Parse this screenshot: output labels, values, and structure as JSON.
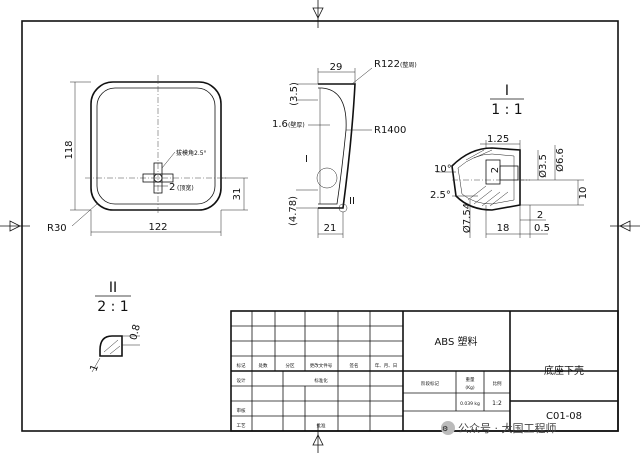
{
  "part": {
    "material": "ABS 塑料",
    "name": "底座下壳",
    "drawing_no": "C01-08",
    "mass": "0.039 kg",
    "scale": "1:2"
  },
  "front_view": {
    "width": "122",
    "height": "118",
    "corner_radius": "R30",
    "offset_31": "31",
    "draft_angle": "拔模角2.5°",
    "wall_thickness": "2",
    "wall_note": "(顶宽)"
  },
  "side_view": {
    "top_dim": "29",
    "r_top": "R122",
    "r_top_note": "(整周)",
    "h35": "(3.5)",
    "wall": "1.6",
    "wall_note": "(壁厚)",
    "r_large": "R1400",
    "bottom_h": "(4.78)",
    "bottom_w": "21",
    "label_I": "I",
    "label_II": "II"
  },
  "detail_I": {
    "label": "I",
    "scale": "1 : 1",
    "d125": "1.25",
    "d2": "2",
    "angle10": "10°",
    "angle25": "2.5°",
    "dia35": "Ø3.5",
    "dia66": "Ø6.6",
    "dia754": "Ø7.54",
    "d10": "10",
    "d18": "18",
    "d2b": "2",
    "d05": "0.5"
  },
  "detail_II": {
    "label": "II",
    "scale": "2 : 1",
    "d08": "0.8",
    "d1": "1"
  },
  "title_block": {
    "row_headers": [
      "标记",
      "处数",
      "分区",
      "更改文件号",
      "签名",
      "年、月、日"
    ],
    "design": "设计",
    "standardization": "标准化",
    "review": "审核",
    "process": "工艺",
    "approve": "批准",
    "stage_mark": "阶段标记",
    "weight": "重量",
    "weight_unit": "(Kg)",
    "scale_label": "比例"
  },
  "watermark": "公众号 · 大国工程师"
}
